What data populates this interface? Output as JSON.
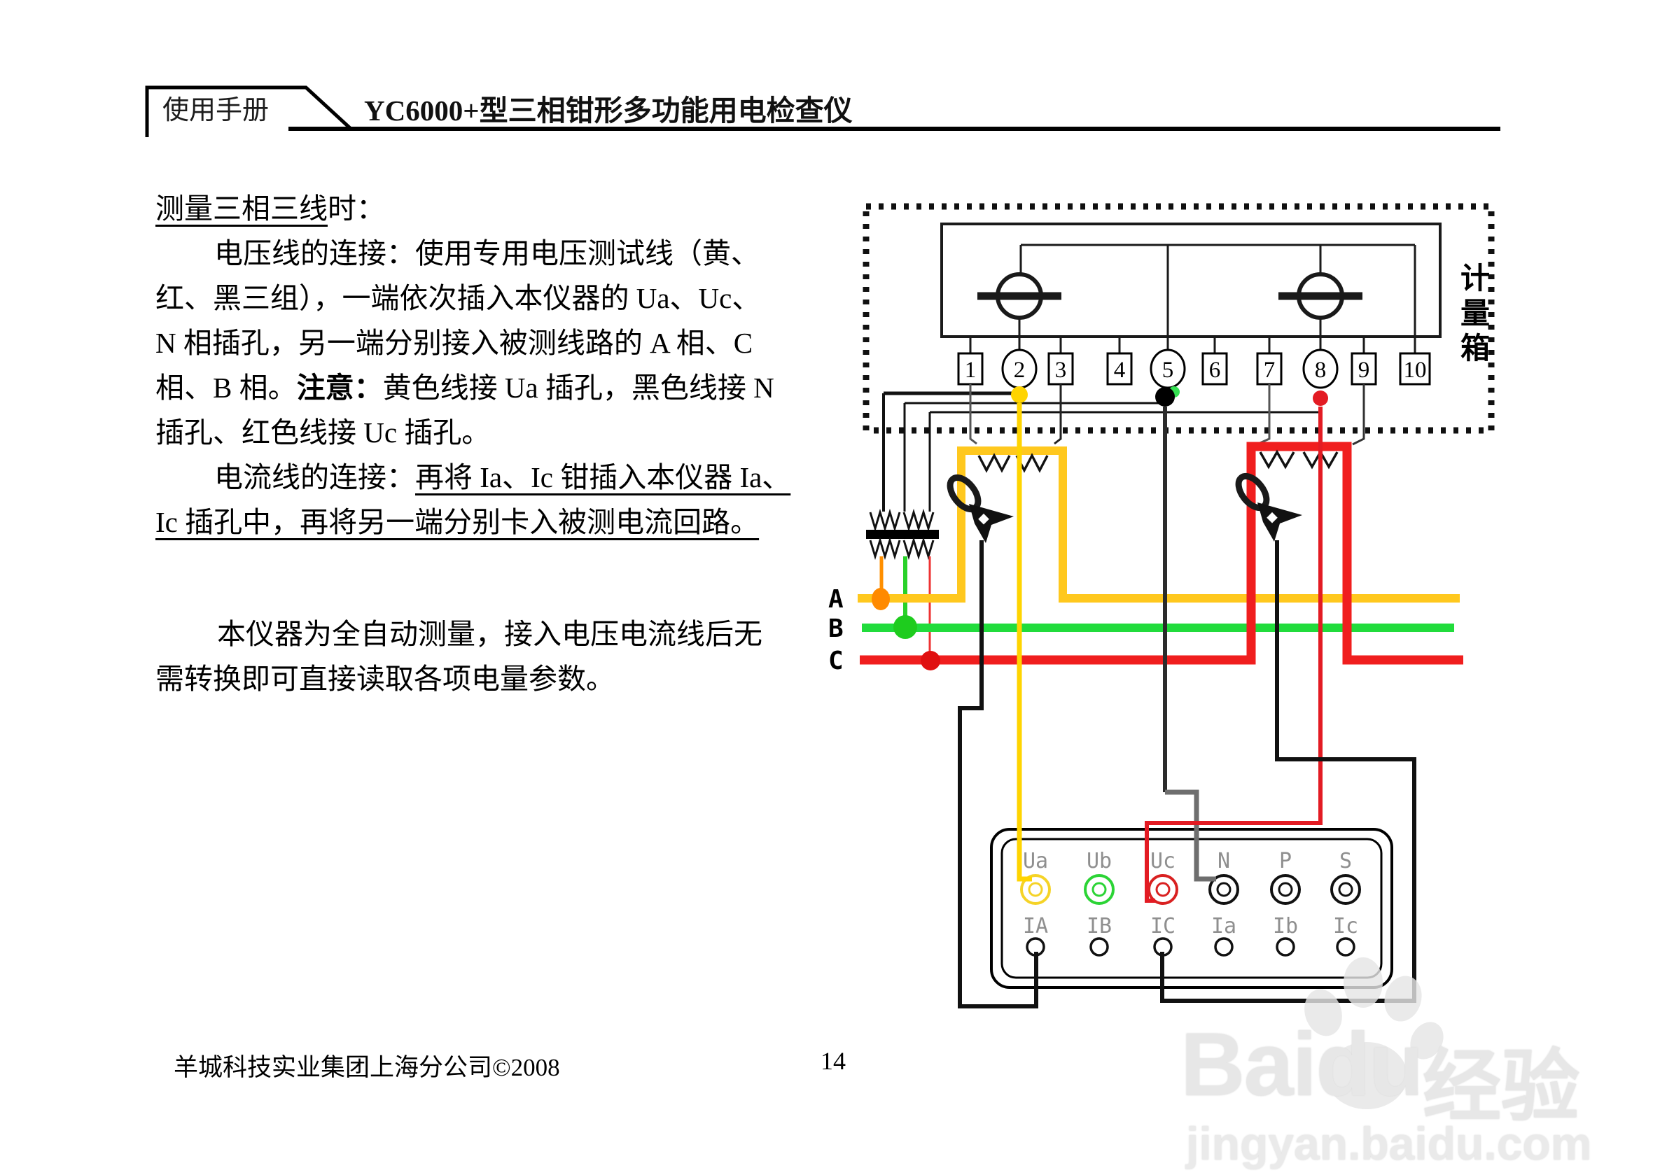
{
  "header": {
    "tab": "使用手册",
    "title": "YC6000+型三相钳形多功能用电检查仪"
  },
  "body": {
    "l1a": "测量三相三线",
    "l1b": "时：",
    "l2": "电压线的连接：使用专用电压测试线（黄、",
    "l3": "红、黑三组），一端依次插入本仪器的 Ua、Uc、",
    "l4": "N 相插孔，另一端分别接入被测线路的 A 相、C",
    "l5a": "相、B 相。",
    "l5b": "注意：",
    "l5c": "黄色线接 Ua 插孔，黑色线接 N",
    "l6": "插孔、红色线接 Uc 插孔。",
    "l7a": "电流线的连接：",
    "l7b": "再将 Ia、Ic 钳插入本仪器 Ia、",
    "l8": "Ic 插孔中，再将另一端分别卡入被测电流回路。",
    "l9": "本仪器为全自动测量，接入电压电流线后无",
    "l10": "需转换即可直接读取各项电量参数。"
  },
  "diagram": {
    "box_label_chars": [
      "计",
      "量",
      "箱"
    ],
    "terminals": [
      "1",
      "2",
      "3",
      "4",
      "5",
      "6",
      "7",
      "8",
      "9",
      "10"
    ],
    "phase_labels": [
      "A",
      "B",
      "C"
    ],
    "panel": {
      "voltage_terminals": [
        "Ua",
        "Ub",
        "Uc",
        "N",
        "P",
        "S"
      ],
      "current_terminals": [
        "IA",
        "IB",
        "IC",
        "Ia",
        "Ib",
        "Ic"
      ]
    },
    "colors": {
      "phase_a_yellow": "#FFC81E",
      "phase_b_green": "#21DC3C",
      "phase_c_red": "#F01E1E",
      "lead_yellow": "#FFD400",
      "lead_red": "#E31B23",
      "lead_neutral_gray": "#6E6E6E",
      "tap_orange": "#FF8F00",
      "tap_green": "#29D129"
    }
  },
  "footer": {
    "company": "羊城科技实业集团上海分公司©2008",
    "page": "14"
  },
  "watermark": {
    "brand_latin": "Baidu",
    "brand_cn": "经验",
    "url": "jingyan.baidu.com"
  }
}
